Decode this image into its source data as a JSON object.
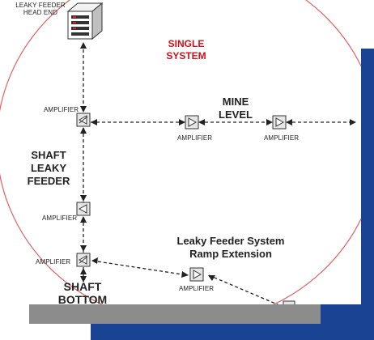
{
  "colors": {
    "panel_blue": "#1a4393",
    "bar_gray": "#8c8c8c",
    "circle_red": "#e06060",
    "title_red": "#d0101b",
    "line": "#222222"
  },
  "diagram": {
    "head_end_label_1": "LEAKY FEEDER",
    "head_end_label_2": "HEAD END",
    "system_title_1": "SINGLE",
    "system_title_2": "SYSTEM",
    "mine_level_1": "MINE",
    "mine_level_2": "LEVEL",
    "shaft_1": "SHAFT",
    "shaft_2": "LEAKY",
    "shaft_3": "FEEDER",
    "ramp_1": "Leaky Feeder System",
    "ramp_2": "Ramp Extension",
    "bottom_1": "SHAFT",
    "bottom_2": "BOTTOM",
    "amplifier": "AMPLIFIER"
  }
}
